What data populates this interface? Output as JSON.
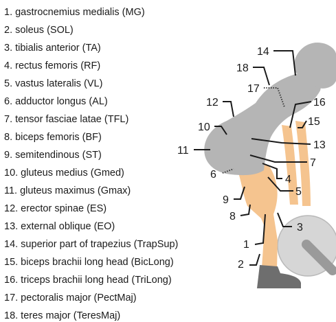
{
  "legend": [
    "1. gastrocnemius medialis (MG)",
    "2. soleus (SOL)",
    "3. tibialis anterior (TA)",
    "4. rectus femoris (RF)",
    "5. vastus lateralis (VL)",
    "6. adductor longus (AL)",
    "7. tensor fasciae latae (TFL)",
    "8. biceps femoris (BF)",
    "9. semitendinous (ST)",
    "10. gluteus medius (Gmed)",
    "11. gluteus maximus (Gmax)",
    "12. erector spinae (ES)",
    "13. external oblique (EO)",
    "14. superior part of trapezius (TrapSup)",
    "15. biceps brachii long head (BicLong)",
    "16. triceps brachii long head (TriLong)",
    "17. pectoralis major (PectMaj)",
    "18. teres major (TeresMaj)"
  ],
  "markers": [
    "1",
    "2",
    "3",
    "4",
    "5",
    "6",
    "7",
    "8",
    "9",
    "10",
    "11",
    "12",
    "13",
    "14",
    "15",
    "16",
    "17",
    "18"
  ],
  "colors": {
    "body_gray": "#b5b5b5",
    "leg_orange": "#f5c48f",
    "shoe_gray": "#6e6e6e",
    "bar_gray": "#9a9a9a",
    "plate_gray": "#d6d6d6",
    "text": "#1a1a1a"
  }
}
